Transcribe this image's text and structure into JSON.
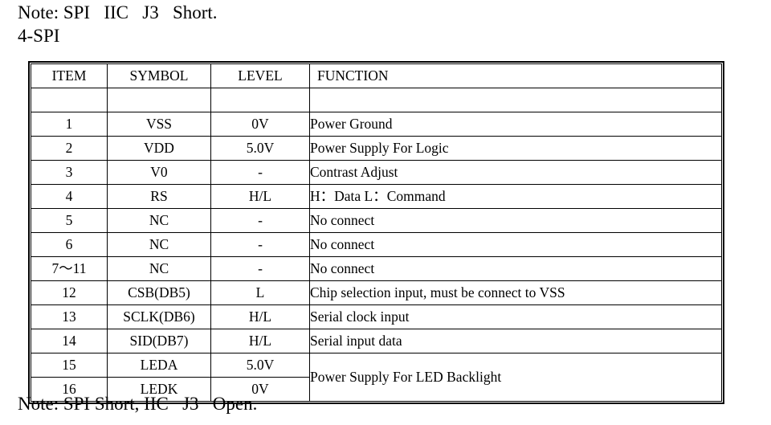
{
  "notes": {
    "top": "Note: SPI   IIC   J3   Short.",
    "subtitle": "4-SPI",
    "bottom": "Note: SPI Short, IIC   J3   Open."
  },
  "table": {
    "headers": [
      "ITEM",
      "SYMBOL",
      "LEVEL",
      "FUNCTION"
    ],
    "rows": [
      {
        "item": "1",
        "symbol": "VSS",
        "level": "0V",
        "function": "Power Ground"
      },
      {
        "item": "2",
        "symbol": "VDD",
        "level": "5.0V",
        "function": "Power Supply For Logic"
      },
      {
        "item": "3",
        "symbol": "V0",
        "level": "-",
        "function": "Contrast Adjust"
      },
      {
        "item": "4",
        "symbol": "RS",
        "level": "H/L",
        "function": "H：Data   L：Command"
      },
      {
        "item": "5",
        "symbol": "NC",
        "level": "-",
        "function": "No connect"
      },
      {
        "item": "6",
        "symbol": "NC",
        "level": "-",
        "function": "No connect"
      },
      {
        "item": "7〜11",
        "symbol": "NC",
        "level": "-",
        "function": "No connect"
      },
      {
        "item": "12",
        "symbol": "CSB(DB5)",
        "level": "L",
        "function": "Chip selection input, must be connect to VSS"
      },
      {
        "item": "13",
        "symbol": "SCLK(DB6)",
        "level": "H/L",
        "function": "Serial clock input"
      },
      {
        "item": "14",
        "symbol": "SID(DB7)",
        "level": "H/L",
        "function": "Serial input data"
      },
      {
        "item": "15",
        "symbol": "LEDA",
        "level": "5.0V",
        "function": "Power Supply For LED Backlight"
      },
      {
        "item": "16",
        "symbol": "LEDK",
        "level": "0V",
        "function": ""
      }
    ],
    "merged_function": {
      "text": "Power Supply For LED Backlight",
      "start_row_index": 10,
      "rowspan": 2
    }
  },
  "colors": {
    "text": "#000000",
    "border": "#000000",
    "background": "#ffffff"
  }
}
